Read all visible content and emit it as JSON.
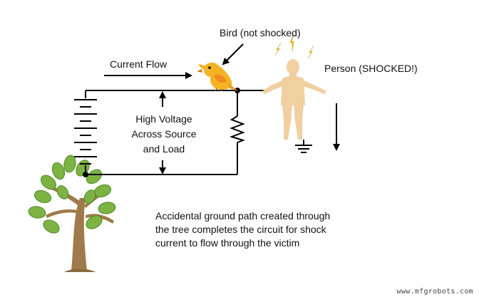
{
  "labels": {
    "bird": "Bird (not shocked)",
    "current_flow": "Current Flow",
    "person": "Person (SHOCKED!)",
    "high_voltage": [
      "High Voltage",
      "Across Source",
      "and Load"
    ],
    "caption": [
      "Accidental ground path created through",
      "the tree completes the circuit for shock",
      "current to flow through the victim"
    ]
  },
  "watermark": "www.mfgrobots.com",
  "colors": {
    "wire": "#000000",
    "bird_body": "#f5b324",
    "bird_wing": "#f08a1e",
    "person_body": "#f0cfa0",
    "shock_bolt": "#f7c21a",
    "leaf": "#7cb342",
    "leaf_dark": "#4f8a2b",
    "trunk": "#a07a4a"
  },
  "icons": {
    "battery": "battery-symbol",
    "resistor": "resistor-symbol",
    "ground": "ground-symbol",
    "bird": "bird-icon",
    "person": "person-icon",
    "tree": "tree-icon",
    "shock": "lightning-bolt-icon"
  }
}
